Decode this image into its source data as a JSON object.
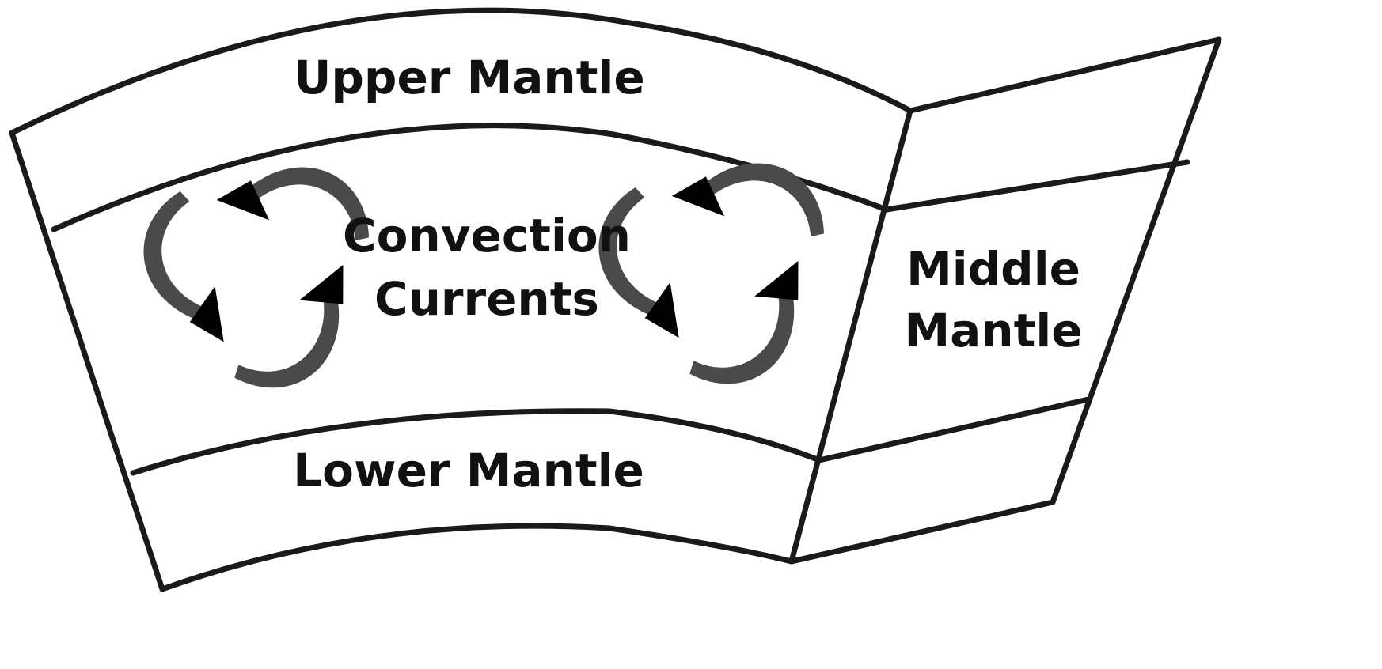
{
  "labels": {
    "upper_mantle": "Upper Mantle",
    "convection_line1": "Convection",
    "convection_line2": "Currents",
    "middle_line1": "Middle",
    "middle_line2": "Mantle",
    "lower_mantle": "Lower Mantle"
  },
  "colors": {
    "outline": "#1a1a1a",
    "arrows": "#4a4a4a",
    "text": "#111111",
    "background": "#ffffff"
  },
  "icons": {
    "cycle_arrows": "circular-cycle-arrows-icon"
  }
}
